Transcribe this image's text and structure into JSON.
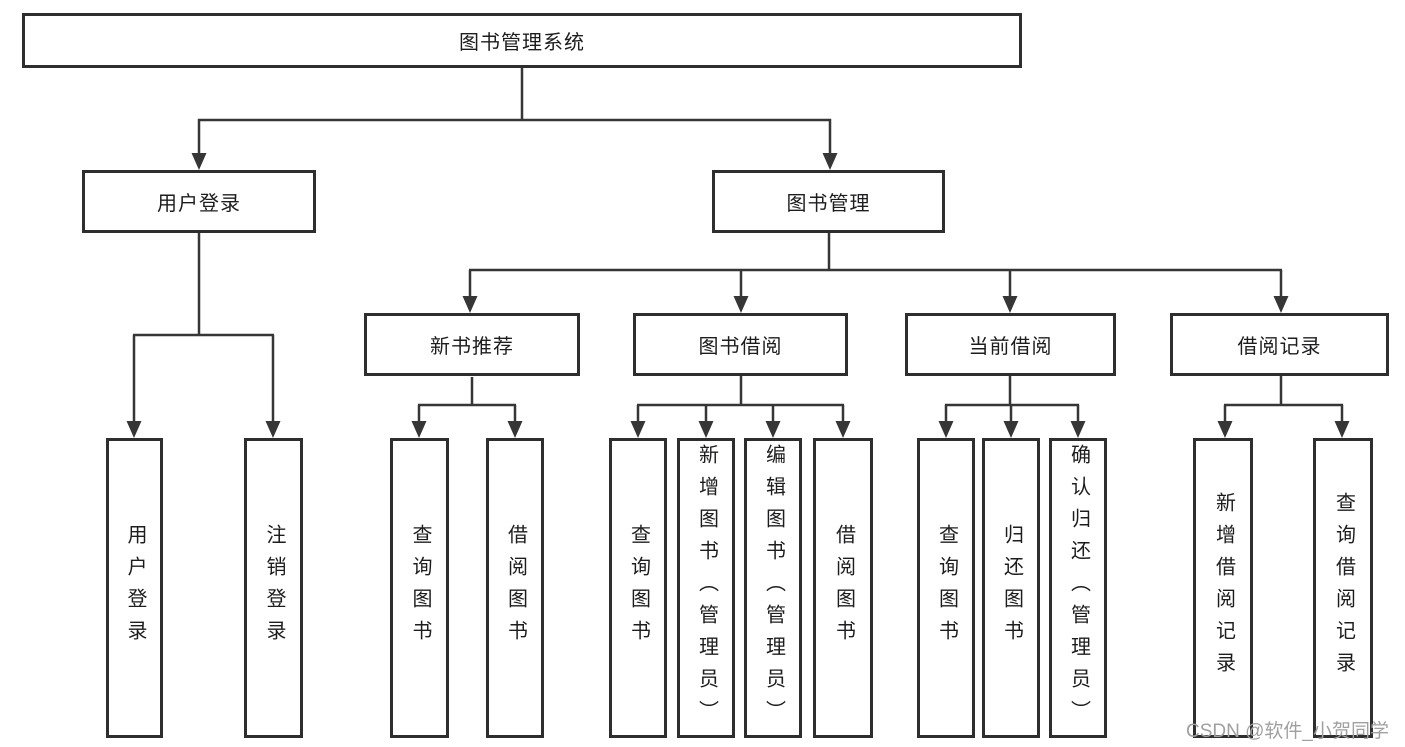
{
  "diagram": {
    "title": "图书管理系统",
    "level1": [
      {
        "label": "用户登录"
      },
      {
        "label": "图书管理"
      }
    ],
    "level2": [
      {
        "label": "新书推荐"
      },
      {
        "label": "图书借阅"
      },
      {
        "label": "当前借阅"
      },
      {
        "label": "借阅记录"
      }
    ],
    "leaves": {
      "user_login": [
        "用户登录",
        "注销登录"
      ],
      "new_book": [
        "查询图书",
        "借阅图书"
      ],
      "book_borrow": [
        "查询图书",
        "新增图书（管理员）",
        "编辑图书（管理员）",
        "借阅图书"
      ],
      "current_borrow": [
        "查询图书",
        "归还图书",
        "确认归还（管理员）"
      ],
      "borrow_records": [
        "新增借阅记录",
        "查询借阅记录"
      ]
    },
    "colors": {
      "line": "#363636",
      "box_border": "#2e2e2e",
      "box_fill": "#ffffff",
      "text": "#1d1d1f",
      "watermark": "#a0a0a0"
    },
    "watermark": "CSDN @软件_小贺同学"
  }
}
